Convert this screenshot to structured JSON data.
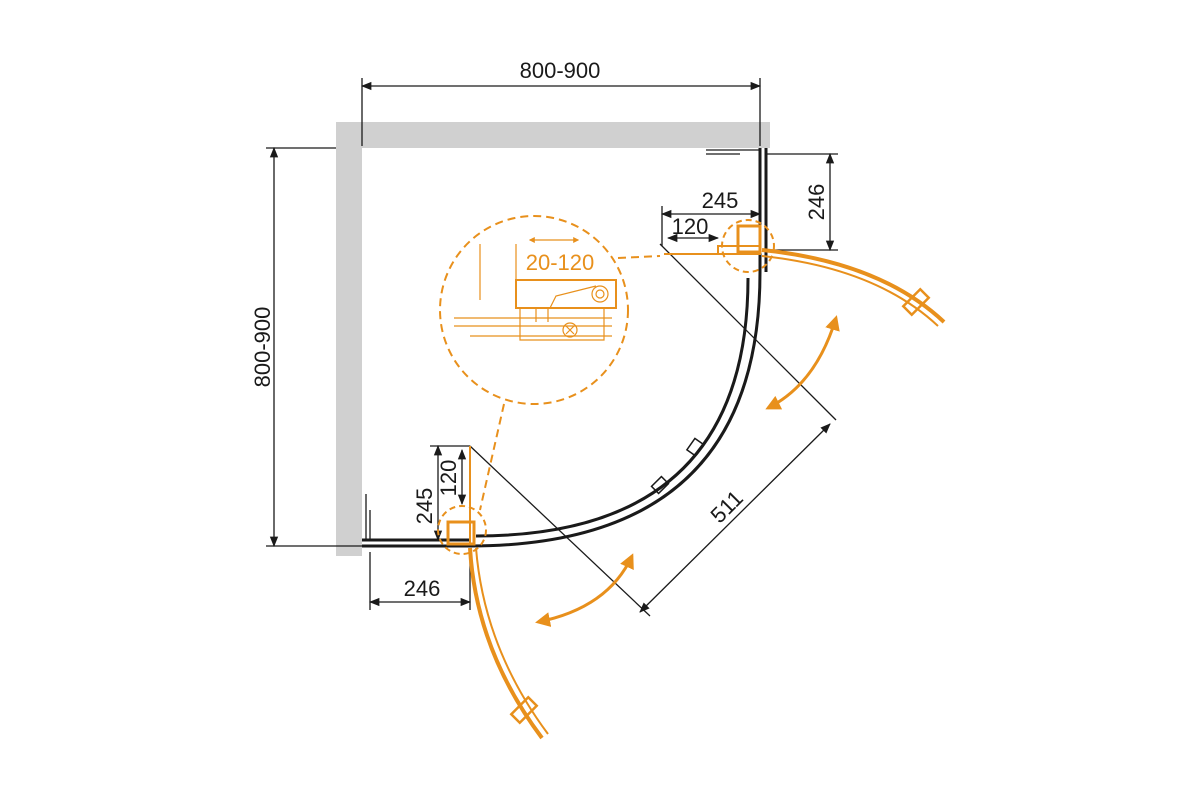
{
  "dimensions": {
    "top_width": "800-900",
    "left_height": "800-900",
    "top_right_vertical": "246",
    "top_right_horizontal": "245",
    "top_right_inner": "120",
    "bottom_left_horizontal": "246",
    "bottom_left_vertical": "245",
    "bottom_left_inner": "120",
    "diagonal": "511"
  },
  "detail": {
    "adjustment_range": "20-120"
  },
  "colors": {
    "line": "#1a1a1a",
    "accent": "#e8901c",
    "wall": "#d0d0d0"
  }
}
